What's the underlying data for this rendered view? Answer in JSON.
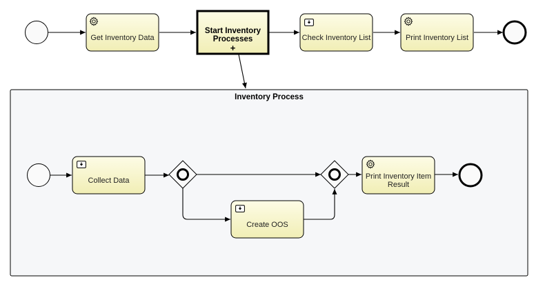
{
  "diagram": {
    "main_flow": {
      "task_get_inventory": "Get Inventory Data",
      "subprocess_call_line1": "Start Inventory",
      "subprocess_call_line2": "Processes",
      "subprocess_marker": "+",
      "task_check_inventory": "Check Inventory List",
      "task_print_inventory": "Print Inventory List"
    },
    "subprocess": {
      "title": "Inventory Process",
      "task_collect_data": "Collect Data",
      "task_create_oos": "Create OOS",
      "task_print_result_line1": "Print Inventory Item",
      "task_print_result_line2": "Result"
    },
    "icons": {
      "service_task": "gear-icon",
      "user_task": "user-task-icon",
      "gateway": "exclusive-gateway-icon"
    },
    "colors": {
      "task_fill_top": "#fcfbe0",
      "task_fill_bottom": "#f2efb8",
      "subprocess_fill": "#f6f7f9"
    }
  }
}
